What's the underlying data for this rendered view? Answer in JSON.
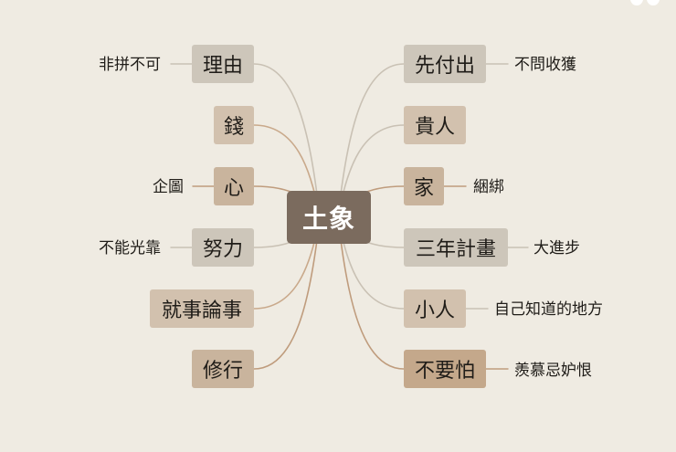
{
  "center": {
    "label": "土象"
  },
  "left_branches": [
    {
      "label": "理由",
      "note": "非拼不可"
    },
    {
      "label": "錢"
    },
    {
      "label": "心",
      "note": "企圖"
    },
    {
      "label": "努力",
      "note": "不能光靠"
    },
    {
      "label": "就事論事"
    },
    {
      "label": "修行"
    }
  ],
  "right_branches": [
    {
      "label": "先付出",
      "note": "不問收獲"
    },
    {
      "label": "貴人"
    },
    {
      "label": "家",
      "note": "綑綁"
    },
    {
      "label": "三年計畫",
      "note": "大進步"
    },
    {
      "label": "小人",
      "note": "自己知道的地方"
    },
    {
      "label": "不要怕",
      "note": "羨慕忌妒恨"
    }
  ],
  "colors": {
    "background": "#efebe2",
    "center_fill": "#7b6b5e",
    "node_grey": "#cdc6ba",
    "node_tan": "#c9b49d",
    "node_tan_light": "#d2c1ae",
    "node_tan_dark": "#c4a88b",
    "link_grey": "#c9c1b4",
    "link_tan": "#c9a98b",
    "link_brown": "#bf9c7d"
  }
}
